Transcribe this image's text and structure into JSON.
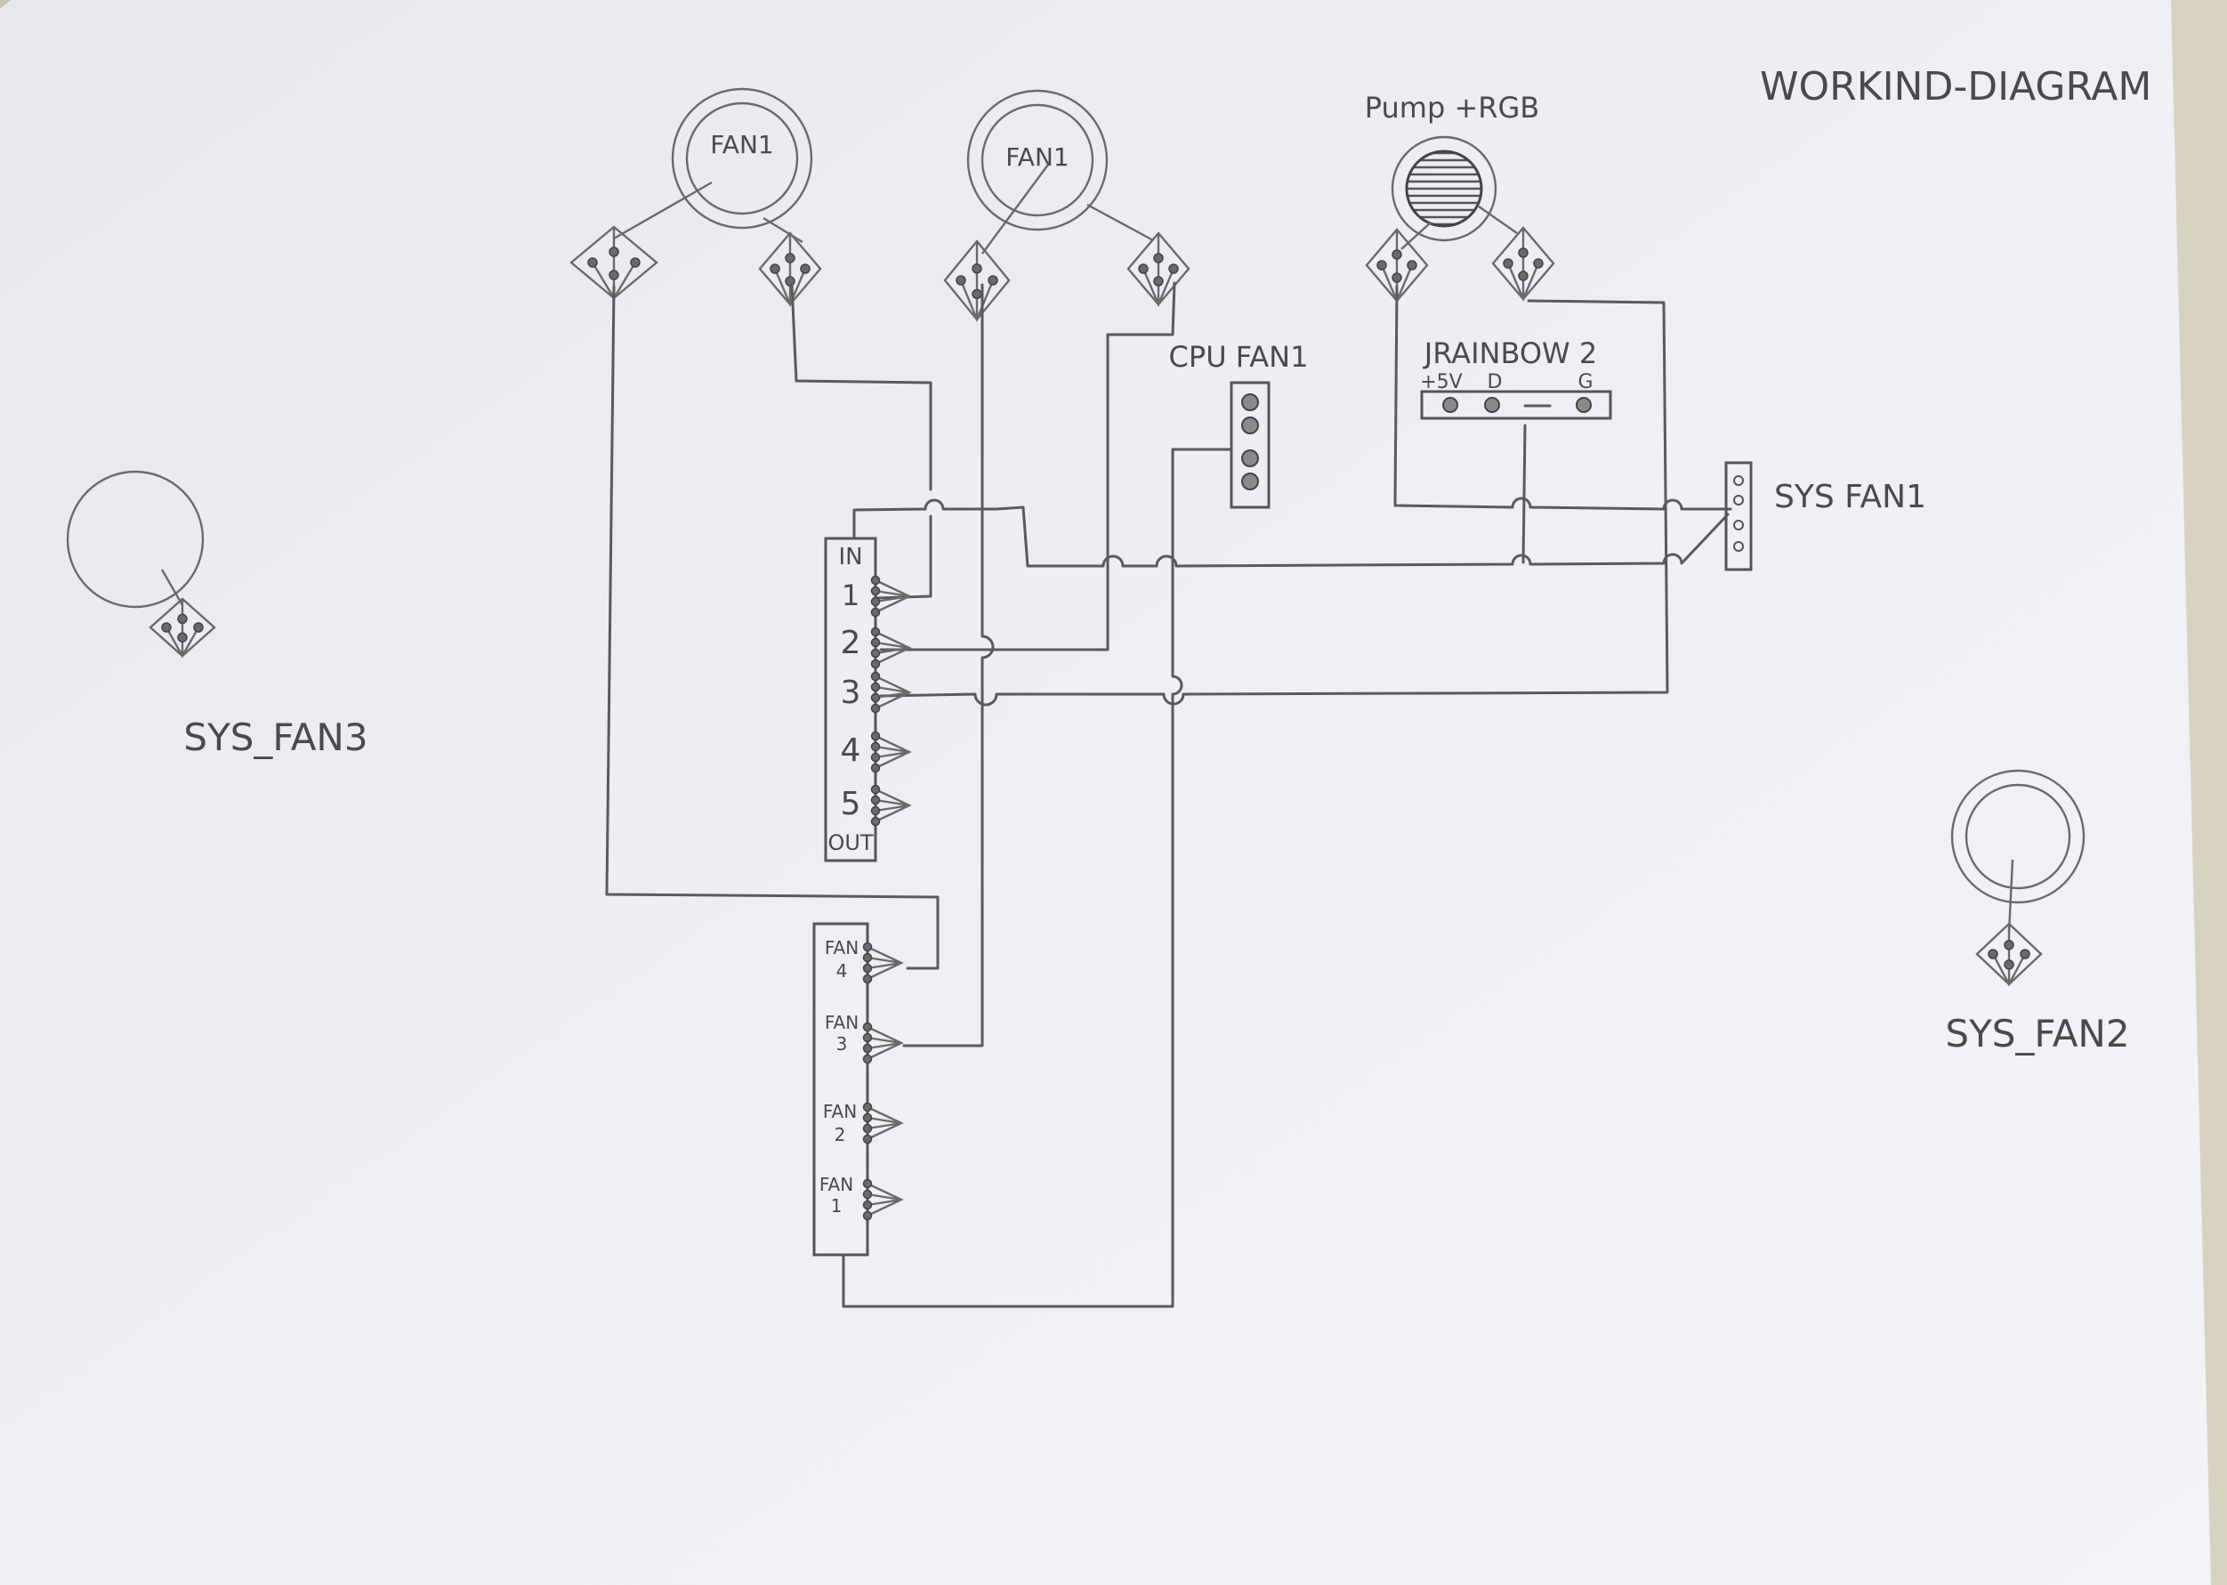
{
  "title": "WORKIND-DIAGRAM",
  "fans": {
    "fan1": "FAN1",
    "fan2": "FAN1"
  },
  "pump": {
    "label": "Pump +RGB"
  },
  "cpu_fan": {
    "label": "CPU FAN1"
  },
  "rainbow": {
    "label": "JRAINBOW 2",
    "pins": [
      "+5V",
      "D",
      "G"
    ]
  },
  "sys_fan1": {
    "label": "SYS FAN1"
  },
  "sys_fan2": {
    "label": "SYS_FAN2"
  },
  "sys_fan3": {
    "label": "SYS_FAN3"
  },
  "splitter": {
    "in_label": "IN",
    "out_label": "OUT",
    "ports": [
      "1",
      "2",
      "3",
      "4",
      "5"
    ]
  },
  "hub": {
    "ports": [
      {
        "label": "FAN",
        "num": "4"
      },
      {
        "label": "FAN",
        "num": "3"
      },
      {
        "label": "FAN",
        "num": "2"
      },
      {
        "label": "FAN",
        "num": "1"
      }
    ]
  }
}
